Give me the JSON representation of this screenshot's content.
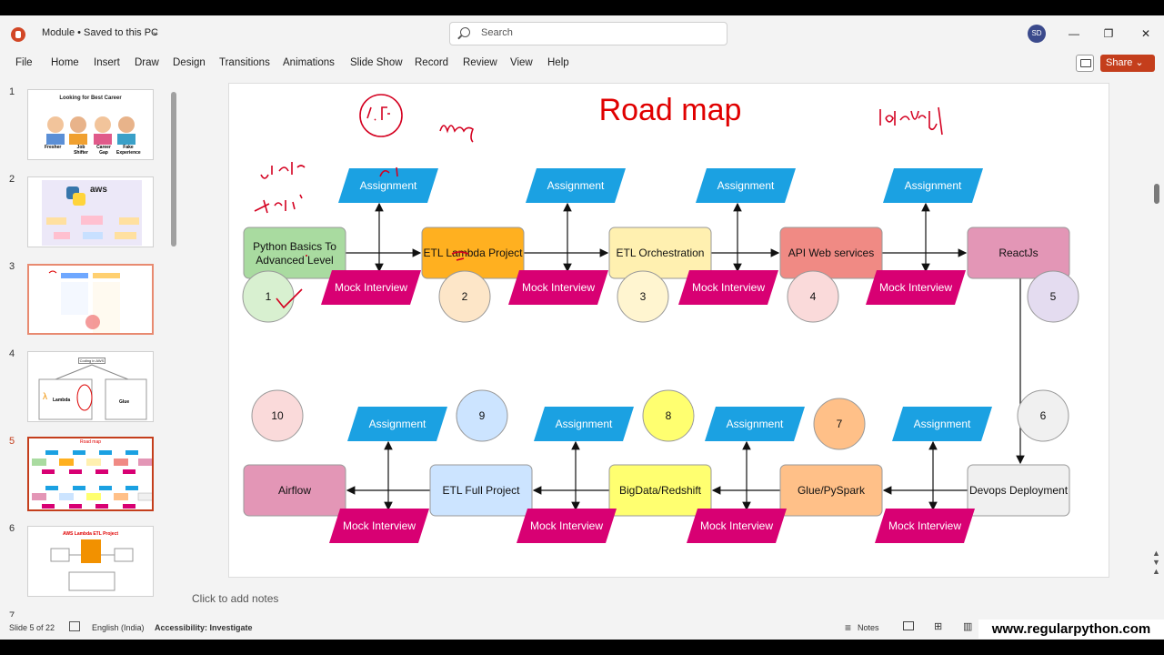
{
  "window": {
    "doc_title": "Module • Saved to this PC",
    "search_placeholder": "Search",
    "user_initials": "SD",
    "minimize": "—",
    "restore": "❐",
    "close": "✕"
  },
  "ribbon": {
    "tabs": [
      "File",
      "Home",
      "Insert",
      "Draw",
      "Design",
      "Transitions",
      "Animations",
      "Slide Show",
      "Record",
      "Review",
      "View",
      "Help"
    ],
    "share_label": "Share"
  },
  "thumbnails": [
    {
      "num": "1",
      "title": "Looking for Best Career",
      "labels": [
        "Fresher",
        "Job Shifter",
        "Career Gap",
        "Fake Experience"
      ]
    },
    {
      "num": "2",
      "title": "aws"
    },
    {
      "num": "3",
      "title": ""
    },
    {
      "num": "4",
      "title": "Coding in AWS",
      "labels": [
        "Lambda",
        "Glue"
      ]
    },
    {
      "num": "5",
      "title": "Road map"
    },
    {
      "num": "6",
      "title": "AWS Lambda ETL Project"
    },
    {
      "num": "7",
      "title": ""
    }
  ],
  "slide": {
    "title": "Road map",
    "top_row": [
      {
        "label": "Python Basics To Advanced Level",
        "num": "1"
      },
      {
        "label": "ETL Lambda Project",
        "num": "2"
      },
      {
        "label": "ETL Orchestration",
        "num": "3"
      },
      {
        "label": "API Web services",
        "num": "4"
      },
      {
        "label": "ReactJs",
        "num": "5"
      }
    ],
    "bottom_row": [
      {
        "label": "Devops Deployment",
        "num": "6"
      },
      {
        "label": "Glue/PySpark",
        "num": "7"
      },
      {
        "label": "BigData/Redshift",
        "num": "8"
      },
      {
        "label": "ETL Full Project",
        "num": "9"
      },
      {
        "label": "Airflow",
        "num": "10"
      }
    ],
    "assignment_label": "Assignment",
    "mock_label": "Mock Interview",
    "colors": {
      "node1": "#a9dba0",
      "node2": "#ffb020",
      "node3": "#fff0b0",
      "node4": "#f08a84",
      "node5": "#e396b6",
      "node6": "#f0f0f0",
      "node7": "#ffc088",
      "node8": "#ffff70",
      "node9": "#cce4ff",
      "node10": "#e396b6",
      "assignment": "#1ba1e2",
      "mock": "#d80073",
      "title": "#e00000"
    }
  },
  "notes_placeholder": "Click to add notes",
  "status": {
    "slide_info": "Slide 5 of 22",
    "language": "English (India)",
    "accessibility": "Accessibility: Investigate",
    "notes": "Notes",
    "watermark": "www.regularpython.com"
  }
}
